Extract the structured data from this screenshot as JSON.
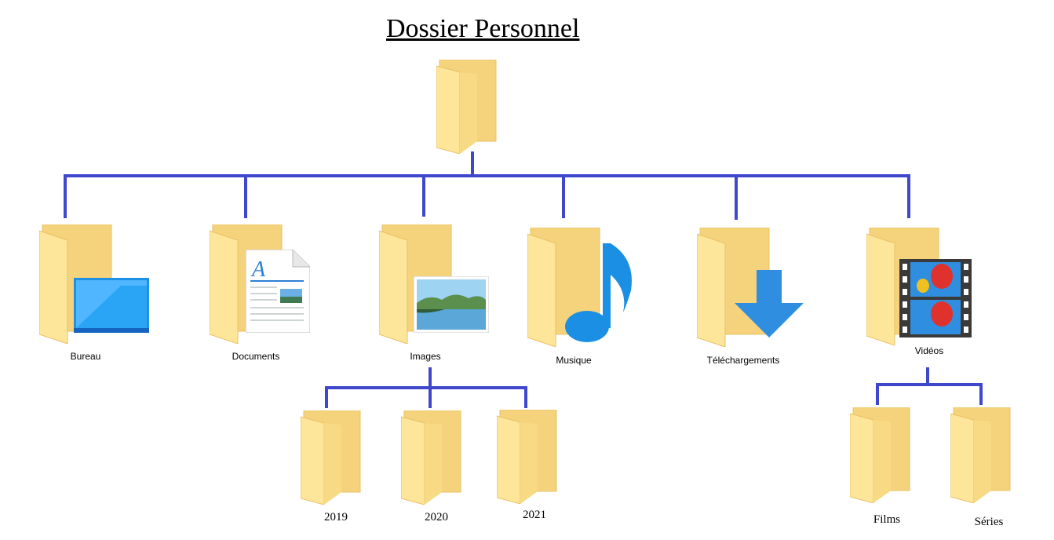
{
  "title": "Dossier Personnel",
  "colors": {
    "connector": "#3f48cc",
    "folder_front": "#fde59a",
    "folder_back": "#f5d27c",
    "folder_edge": "#e9c166"
  },
  "root": {
    "icon": "folder-icon"
  },
  "folders": [
    {
      "label": "Bureau",
      "overlay": "desktop-monitor-icon"
    },
    {
      "label": "Documents",
      "overlay": "text-document-icon"
    },
    {
      "label": "Images",
      "overlay": "landscape-picture-icon"
    },
    {
      "label": "Musique",
      "overlay": "music-note-icon"
    },
    {
      "label": "Téléchargements",
      "overlay": "download-arrow-icon"
    },
    {
      "label": "Vidéos",
      "overlay": "film-strip-icon"
    }
  ],
  "image_subfolders": [
    {
      "label": "2019"
    },
    {
      "label": "2020"
    },
    {
      "label": "2021"
    }
  ],
  "video_subfolders": [
    {
      "label": "Films"
    },
    {
      "label": "Séries"
    }
  ]
}
